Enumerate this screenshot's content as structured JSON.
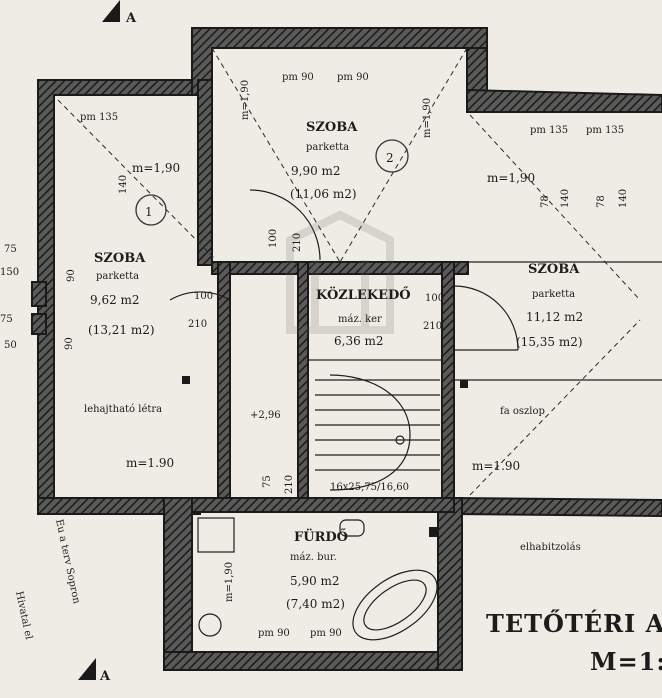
{
  "plan": {
    "title": "TETŐTÉRI A",
    "scale": "M=1:",
    "section_mark": "A",
    "rooms": [
      {
        "id": "room1",
        "name": "SZOBA",
        "floor": "parketta",
        "area": "9,62 m2",
        "area_gross": "(13,21 m2)",
        "number": "1"
      },
      {
        "id": "room2",
        "name": "SZOBA",
        "floor": "parketta",
        "area": "9,90 m2",
        "area_gross": "(11,06 m2)",
        "number": "2"
      },
      {
        "id": "room3",
        "name": "SZOBA",
        "floor": "parketta",
        "area": "11,12 m2",
        "area_gross": "(15,35 m2)"
      },
      {
        "id": "hall",
        "name": "KÖZLEKEDŐ",
        "floor": "máz. ker",
        "area": "6,36 m2"
      },
      {
        "id": "bath",
        "name": "FÜRDŐ",
        "floor": "máz. bur.",
        "area": "5,90 m2",
        "area_gross": "(7,40 m2)"
      }
    ],
    "annotations": {
      "ladder": "lehajtható létra",
      "wood_post": "fa oszlop",
      "ceiling_height": "m=1.90",
      "ceiling_height_alt": "m=1,90",
      "dim_90": "90",
      "dim_100": "100",
      "dim_210": "210",
      "dim_75": "75",
      "dim_150": "150",
      "dim_50": "50",
      "dim_140": "140",
      "dim_78": "78",
      "dim_135": "135",
      "dim_pm90": "pm 90",
      "dim_pm135": "pm 135",
      "level": "+2,96",
      "stairs": "16x25,75/16,60",
      "fold": "elhabitzolás",
      "side_text_1": "Eu a terv Sopron",
      "side_text_2": "Hivatal el"
    }
  }
}
